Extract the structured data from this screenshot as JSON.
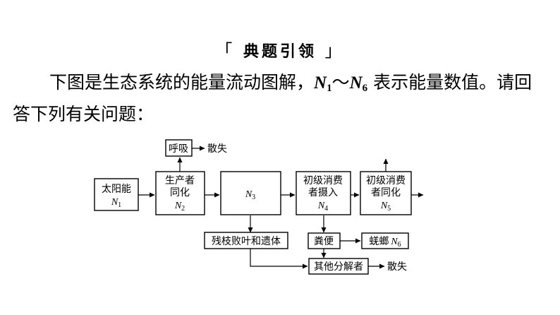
{
  "heading": {
    "open": "「",
    "title": "典题引领",
    "close": "」"
  },
  "question": {
    "line1_pre": "下图是生态系统的能量流动图解，",
    "sym_a": "N",
    "sub_a": "1",
    "tilde": "～",
    "sym_b": "N",
    "sub_b": "6",
    "line1_post": " 表示能量数值。请回",
    "line2": "答下列有关问题："
  },
  "diagram": {
    "sun": {
      "label": "太阳能",
      "sym": "N",
      "sub": "1"
    },
    "producer": {
      "line1": "生产者",
      "line2": "同化",
      "sym": "N",
      "sub": "2"
    },
    "n3": {
      "sym": "N",
      "sub": "3"
    },
    "primary": {
      "line1": "初级消费",
      "line2": "者摄入",
      "sym": "N",
      "sub": "4"
    },
    "assimilate": {
      "line1": "初级消费",
      "line2": "者同化",
      "sym": "N",
      "sub": "5"
    },
    "respiration": "呼吸",
    "dissipate_top": "散失",
    "residue": "残枝败叶和遗体",
    "feces": "粪便",
    "dungbeetle": {
      "label": "蜣螂",
      "sym": "N",
      "sub": "6"
    },
    "decomposers": "其他分解者",
    "dissipate_bottom": "散失"
  }
}
